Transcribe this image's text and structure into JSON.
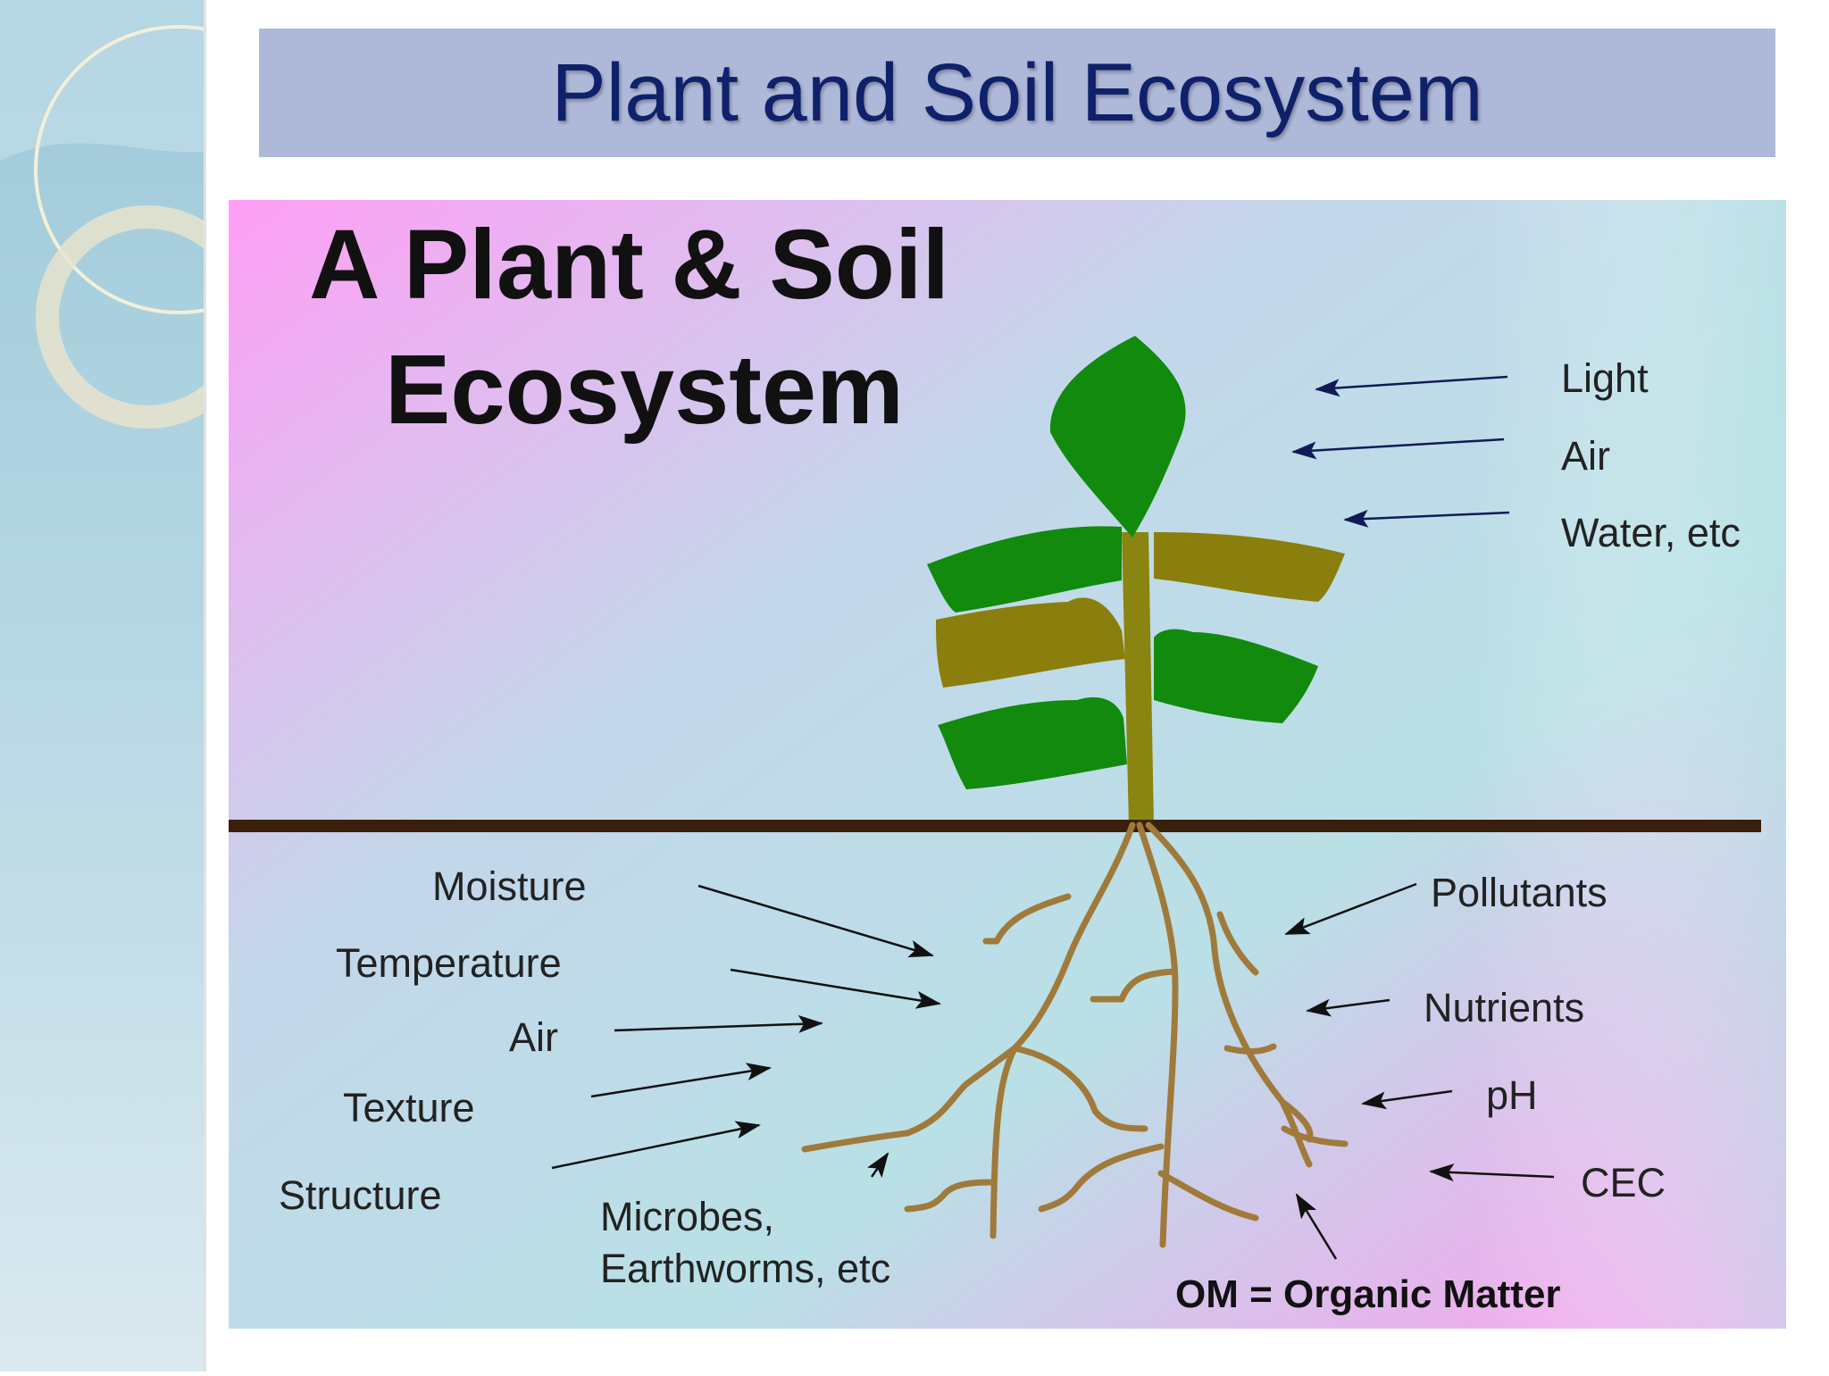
{
  "slide": {
    "title": "Plant and Soil Ecosystem"
  },
  "figure": {
    "heading_line1": "A Plant & Soil",
    "heading_line2": "Ecosystem",
    "above_ground_labels": [
      "Light",
      "Air",
      "Water, etc"
    ],
    "soil_left_labels": [
      "Moisture",
      "Temperature",
      "Air",
      "Texture",
      "Structure"
    ],
    "soil_bottom_labels": [
      "Microbes,",
      "Earthworms, etc"
    ],
    "soil_right_labels": [
      "Pollutants",
      "Nutrients",
      "pH",
      "CEC"
    ],
    "footnote": "OM = Organic Matter"
  },
  "colors": {
    "title_bar": "#aeb8d8",
    "title_text": "#10216b",
    "leaf_green": "#118a0e",
    "leaf_olive": "#8a7e0c",
    "stem": "#8a8410",
    "root": "#a07a3a",
    "ground_line": "#3a1f0a"
  }
}
